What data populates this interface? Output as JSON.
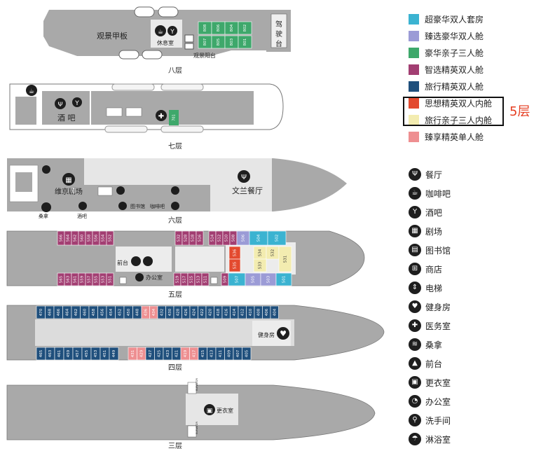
{
  "decks": {
    "d8": {
      "label": "八层",
      "observation_deck": "观景甲板",
      "lounge": "休息室",
      "viewing_platform": "观景阳台",
      "bridge": [
        "驾",
        "驶",
        "台"
      ],
      "cabins_top": [
        "808",
        "806",
        "804",
        "802"
      ],
      "cabins_bottom": [
        "807",
        "805",
        "803",
        "801"
      ]
    },
    "d7": {
      "label": "七层",
      "bar": "酒  吧",
      "cabins": [
        "701"
      ]
    },
    "d6": {
      "label": "六层",
      "theater": "维京剧场",
      "restaurant": "文兰餐厅",
      "library": "图书馆",
      "cafe": "咖啡吧",
      "sauna": "桑拿",
      "bar": "酒吧"
    },
    "d5": {
      "label": "五层",
      "reception": "前台",
      "office": "办公室",
      "top_left": [
        "566",
        "564",
        "562",
        "560",
        "558",
        "556",
        "554",
        "552"
      ],
      "top_mid": [
        "532",
        "528",
        "518",
        "516"
      ],
      "top_right": [
        "514",
        "512",
        "510",
        "508",
        "506",
        "504",
        "502"
      ],
      "bot_left": [
        "565",
        "563",
        "561",
        "559",
        "557",
        "555",
        "553",
        "551"
      ],
      "bot_mid": [
        "519",
        "517",
        "515",
        "513",
        "511"
      ],
      "bot_right": [
        "509",
        "507",
        "505",
        "503",
        "501"
      ],
      "inner_red": [
        "536",
        "535"
      ],
      "inner_yellow": [
        "534",
        "533",
        "532",
        "531"
      ]
    },
    "d4": {
      "label": "四层",
      "gym": "健身房",
      "top": [
        "470",
        "468",
        "466",
        "464",
        "462",
        "460",
        "458",
        "456",
        "454",
        "452",
        "450",
        "448",
        "436",
        "434",
        "432",
        "430",
        "428",
        "426",
        "424",
        "422",
        "420",
        "418",
        "416",
        "414",
        "412",
        "410",
        "408",
        "406",
        "404"
      ],
      "bot": [
        "465",
        "463",
        "461",
        "459",
        "457",
        "455",
        "453",
        "451",
        "449",
        "431",
        "429",
        "427",
        "425",
        "423",
        "421",
        "419",
        "417",
        "415",
        "413",
        "411",
        "409",
        "407",
        "405"
      ]
    },
    "d3": {
      "label": "三层",
      "locker": "更衣室",
      "elev_top": "ELEVATOR",
      "elev_bot": "ELEVATOR"
    }
  },
  "legend_colors": [
    {
      "label": "超豪华双人套房",
      "color": "#3bb3d1"
    },
    {
      "label": "臻选豪华双人舱",
      "color": "#9b9bd6"
    },
    {
      "label": "豪华亲子三人舱",
      "color": "#3ea86b"
    },
    {
      "label": "智选精英双人舱",
      "color": "#a23e72"
    },
    {
      "label": "旅行精英双人舱",
      "color": "#1f4f7c"
    },
    {
      "label": "思想精英双人内舱",
      "color": "#e34a2f"
    },
    {
      "label": "旅行亲子三人内舱",
      "color": "#f3ecb0"
    },
    {
      "label": "臻享精英单人舱",
      "color": "#ee8f91"
    }
  ],
  "legend_icons": [
    {
      "label": "餐厅",
      "icon": "fork-knife-icon",
      "glyph": "Ψ"
    },
    {
      "label": "咖啡吧",
      "icon": "coffee-icon",
      "glyph": "☕"
    },
    {
      "label": "酒吧",
      "icon": "cocktail-icon",
      "glyph": "Y"
    },
    {
      "label": "剧场",
      "icon": "theater-icon",
      "glyph": "▦"
    },
    {
      "label": "图书馆",
      "icon": "library-icon",
      "glyph": "▤"
    },
    {
      "label": "商店",
      "icon": "gift-icon",
      "glyph": "⊞"
    },
    {
      "label": "电梯",
      "icon": "elevator-icon",
      "glyph": "⇕"
    },
    {
      "label": "健身房",
      "icon": "heart-icon",
      "glyph": "♥"
    },
    {
      "label": "医务室",
      "icon": "medical-cross-icon",
      "glyph": "✚"
    },
    {
      "label": "桑拿",
      "icon": "sauna-icon",
      "glyph": "≋"
    },
    {
      "label": "前台",
      "icon": "reception-bell-icon",
      "glyph": "▲"
    },
    {
      "label": "更衣室",
      "icon": "locker-icon",
      "glyph": "▣"
    },
    {
      "label": "办公室",
      "icon": "wifi-icon",
      "glyph": "◔"
    },
    {
      "label": "洗手间",
      "icon": "restroom-icon",
      "glyph": "⚲"
    },
    {
      "label": "淋浴室",
      "icon": "shower-icon",
      "glyph": "☂"
    }
  ],
  "callout": "5层"
}
